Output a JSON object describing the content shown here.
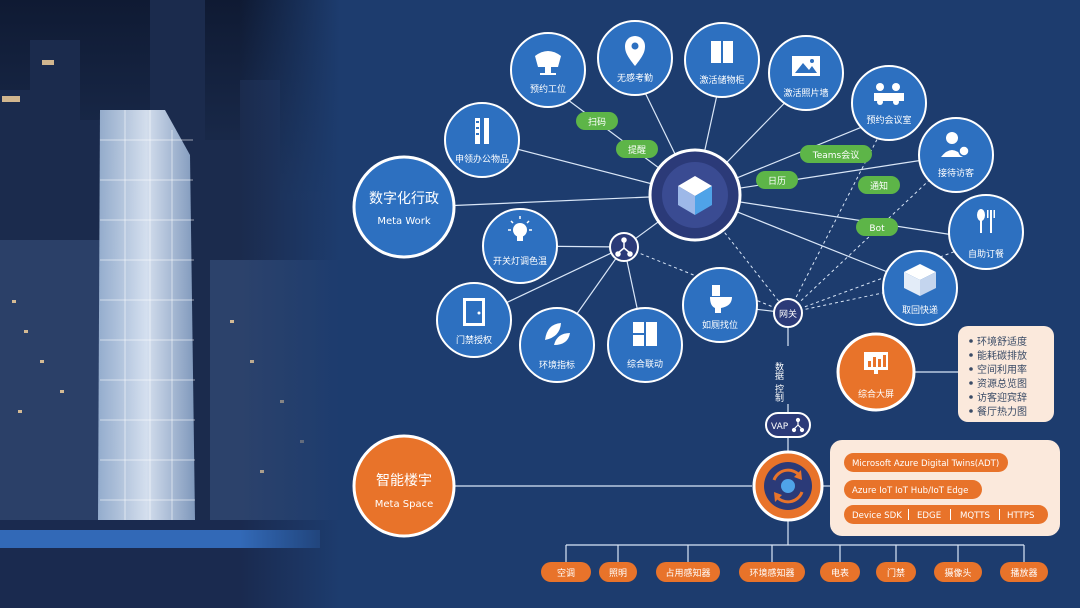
{
  "colors": {
    "background": "#1d3c6e",
    "node_blue": "#2d70c0",
    "node_border": "#ffffff",
    "tag_green": "#5db548",
    "accent_orange": "#e8732a",
    "panel_bg": "#fbe9dc"
  },
  "meta_work": {
    "title": "数字化行政",
    "subtitle": "Meta Work"
  },
  "meta_space": {
    "title": "智能楼宇",
    "subtitle": "Meta Space"
  },
  "features": [
    {
      "label": "预约工位",
      "icon": "chair-icon"
    },
    {
      "label": "无感考勤",
      "icon": "location-pin-icon"
    },
    {
      "label": "激活储物柜",
      "icon": "locker-icon"
    },
    {
      "label": "激活照片墙",
      "icon": "photo-wall-icon"
    },
    {
      "label": "预约会议室",
      "icon": "meeting-room-icon"
    },
    {
      "label": "接待访客",
      "icon": "visitor-icon"
    },
    {
      "label": "自助订餐",
      "icon": "utensils-icon"
    },
    {
      "label": "取回快递",
      "icon": "package-icon"
    },
    {
      "label": "如厕找位",
      "icon": "toilet-icon"
    },
    {
      "label": "综合联动",
      "icon": "linkage-icon"
    },
    {
      "label": "环境指标",
      "icon": "leaf-icon"
    },
    {
      "label": "门禁授权",
      "icon": "door-icon"
    },
    {
      "label": "开关灯调色温",
      "icon": "lightbulb-icon"
    },
    {
      "label": "申领办公物品",
      "icon": "stationery-icon"
    }
  ],
  "tags": [
    "扫码",
    "提醒",
    "Teams会议",
    "日历",
    "通知",
    "Bot"
  ],
  "gateway": "网关",
  "channel": {
    "data": "数据",
    "control": "控制"
  },
  "vap": "VAP",
  "dashboard": {
    "label": "综合大屏",
    "items": [
      "环境舒适度",
      "能耗碳排放",
      "空间利用率",
      "资源总览图",
      "访客迎宾辞",
      "餐厅热力图"
    ]
  },
  "iot_stack": {
    "adt": "Microsoft Azure Digital Twins(ADT)",
    "hub": "Azure IoT IoT Hub/IoT Edge",
    "protocols": [
      "Device SDK",
      "EDGE",
      "MQTTS",
      "HTTPS"
    ]
  },
  "devices": [
    "空调",
    "照明",
    "占用感知器",
    "环境感知器",
    "电表",
    "门禁",
    "摄像头",
    "播放器"
  ]
}
